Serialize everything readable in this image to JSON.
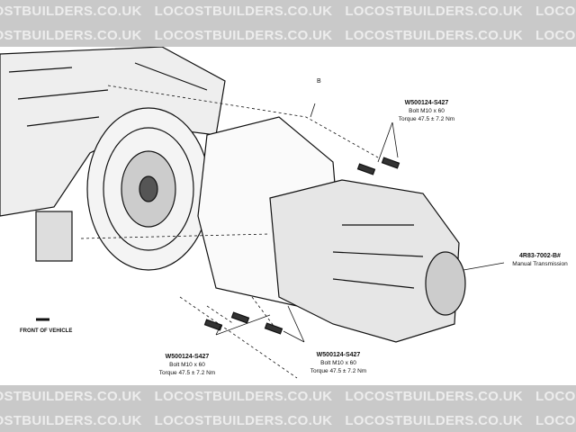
{
  "watermark": {
    "text": "LOCOSTBUILDERS.CO.UK",
    "band_color": "#c9c9c9",
    "text_color": "#ededed"
  },
  "labels": {
    "view": "B",
    "front": "FRONT OF VEHICLE",
    "bolt_upper": {
      "part": "W500124-S427",
      "size": "Bolt M10 x 60",
      "torque": "Torque 47.5 ± 7.2 Nm"
    },
    "bolt_lower_left": {
      "part": "W500124-S427",
      "size": "Bolt M10 x 60",
      "torque": "Torque 47.5 ± 7.2 Nm"
    },
    "bolt_lower_right": {
      "part": "W500124-S427",
      "size": "Bolt M10 x 60",
      "torque": "Torque 47.5 ± 7.2 Nm"
    },
    "transmission": {
      "part": "4R83-7002-B#",
      "name": "Manual Transmission"
    }
  }
}
